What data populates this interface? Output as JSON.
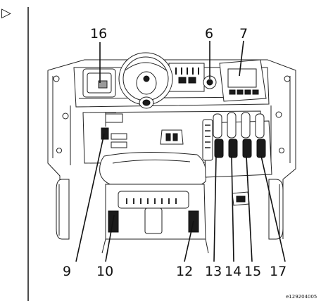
{
  "marker": "▷",
  "figure_code": "e129204005",
  "callouts": {
    "c16": "16",
    "c6": "6",
    "c7": "7",
    "c9": "9",
    "c10": "10",
    "c12": "12",
    "c13": "13",
    "c14": "14",
    "c15": "15",
    "c17": "17"
  },
  "colors": {
    "ink": "#111111",
    "background": "#ffffff",
    "shade": "#9a9a9a"
  }
}
